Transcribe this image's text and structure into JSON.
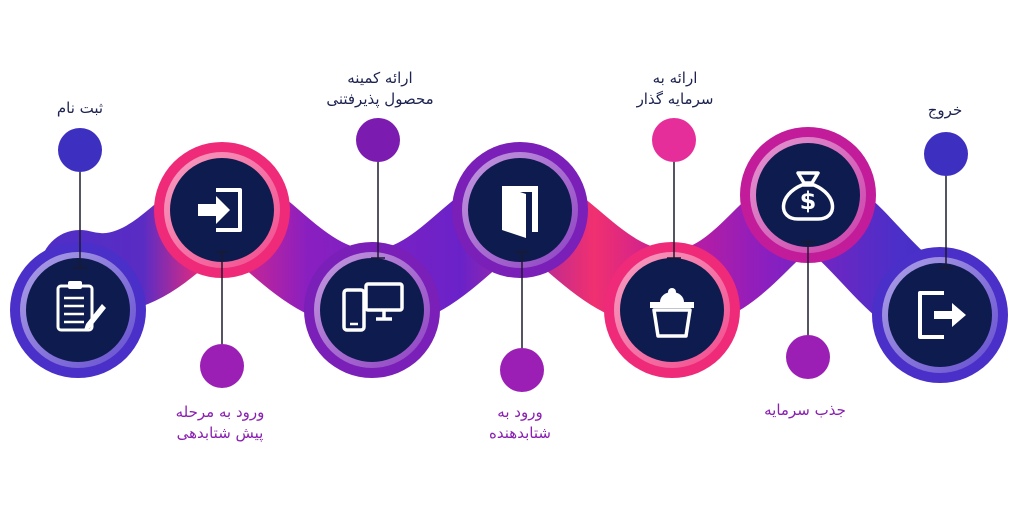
{
  "colors": {
    "navy": "#0d1b4f",
    "blue_purple": "#4a2fc8",
    "purple": "#7a1fb8",
    "pink": "#ef2a78",
    "magenta": "#c21c9b",
    "dot_top_1": "#3d2fbf",
    "dot_top_2": "#7b1bb0",
    "dot_top_3": "#e62e9a",
    "dot_top_4": "#3d2fbf",
    "dot_bottom": "#9b1fb4",
    "top_text": "#1c2350",
    "bottom_text": "#8a1fb0"
  },
  "steps": [
    {
      "icon": "clipboard-icon"
    },
    {
      "icon": "sign-in-icon"
    },
    {
      "icon": "devices-icon"
    },
    {
      "icon": "door-icon"
    },
    {
      "icon": "podium-icon"
    },
    {
      "icon": "money-bag-icon"
    },
    {
      "icon": "sign-out-icon"
    }
  ],
  "labels_top": {
    "register": "ثبت نام",
    "mvp_line1": "ارائه کمینه",
    "mvp_line2": "محصول پذیرفتنی",
    "pitch_line1": "ارائه به",
    "pitch_line2": "سرمایه گذار",
    "exit": "خروج"
  },
  "labels_bottom": {
    "pre_acc_line1": "ورود به مرحله",
    "pre_acc_line2": "پیش شتابدهی",
    "acc_line1": "ورود به",
    "acc_line2": "شتابدهنده",
    "funding": "جذب سرمایه"
  }
}
